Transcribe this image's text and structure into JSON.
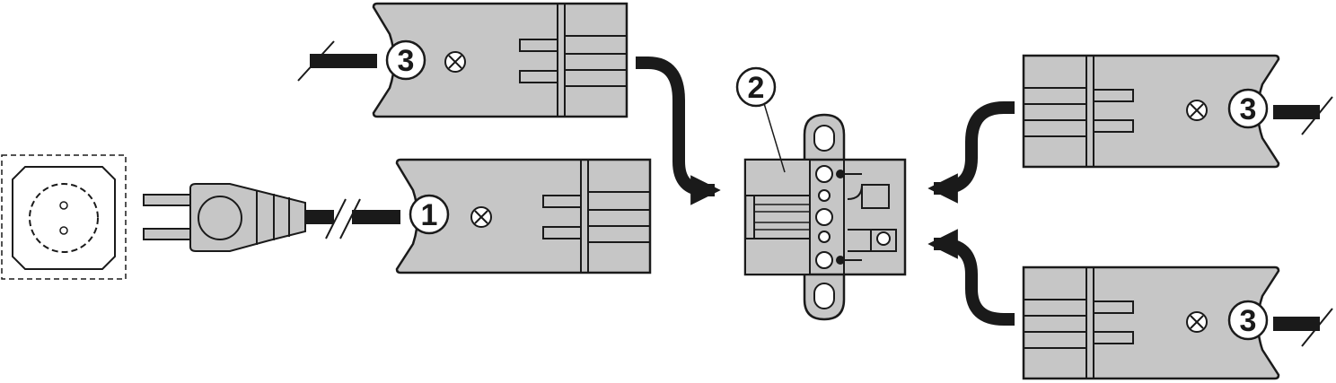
{
  "callouts": {
    "connector_top_left": "3",
    "plug_connector_left": "1",
    "distributor": "2",
    "connector_right_upper": "3",
    "connector_right_lower": "3"
  },
  "colors": {
    "body_fill": "#c6c6c6",
    "outline": "#1a1a1a",
    "cable": "#1a1a1a",
    "arrow": "#1a1a1a",
    "background": "#ffffff",
    "socket_fill": "#e6e6e6"
  },
  "icons": {
    "screw": "screw-icon",
    "arrow": "flow-arrow"
  }
}
